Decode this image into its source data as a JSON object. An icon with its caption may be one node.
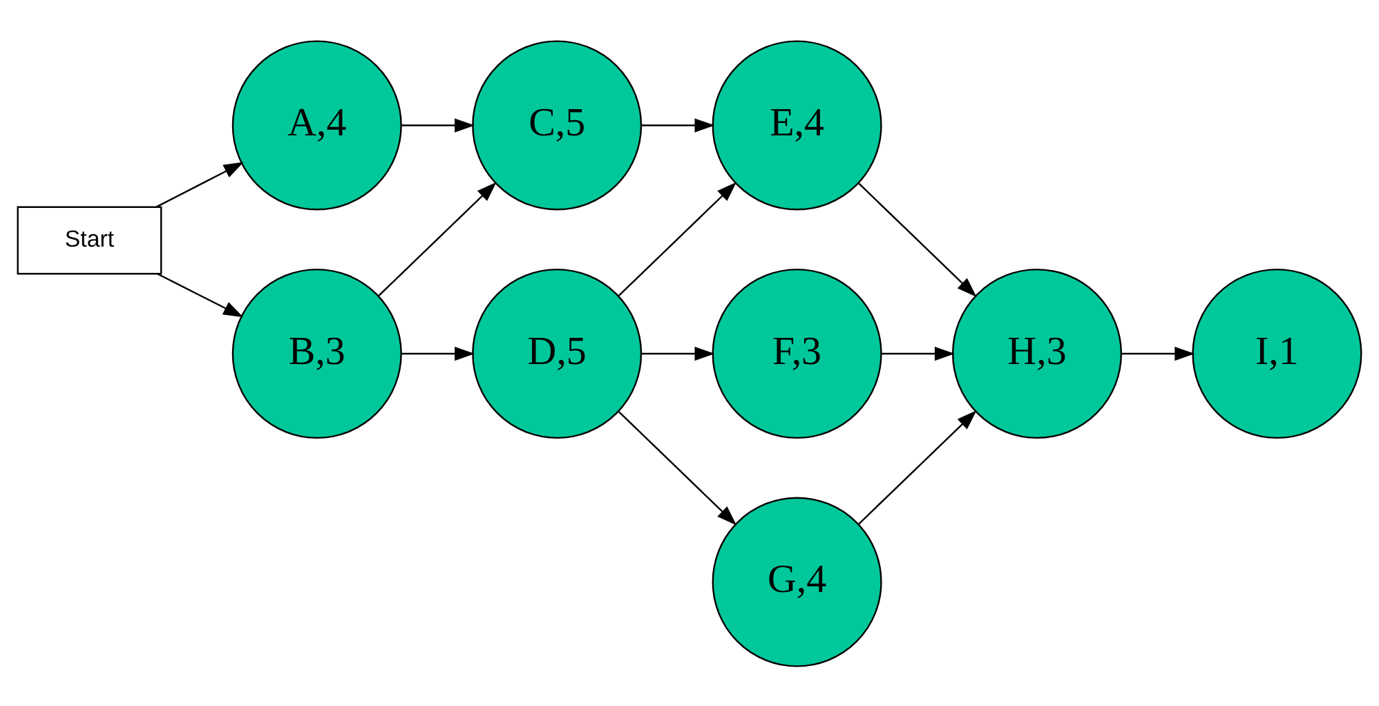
{
  "diagram": {
    "nodes": [
      {
        "text": [
          "Start"
        ]
      },
      {
        "text": [
          "A,4"
        ]
      },
      {
        "text": [
          "B,3"
        ]
      },
      {
        "text": [
          "C,5"
        ]
      },
      {
        "text": [
          "D,5"
        ]
      },
      {
        "text": [
          "E,4"
        ]
      },
      {
        "text": [
          "F,3"
        ]
      },
      {
        "text": [
          "G,4"
        ]
      },
      {
        "text": [
          "H,3"
        ]
      },
      {
        "text": [
          "I,1"
        ]
      }
    ],
    "edges": [
      {
        "from": 0,
        "to": 1,
        "arrow": "to"
      },
      {
        "from": 0,
        "to": 2,
        "arrow": "to"
      },
      {
        "from": 1,
        "to": 3,
        "arrow": "to"
      },
      {
        "from": 2,
        "to": 3,
        "arrow": "to"
      },
      {
        "from": 2,
        "to": 4,
        "arrow": "to"
      },
      {
        "from": 3,
        "to": 5,
        "arrow": "to"
      },
      {
        "from": 4,
        "to": 5,
        "arrow": "to"
      },
      {
        "from": 4,
        "to": 6,
        "arrow": "to"
      },
      {
        "from": 4,
        "to": 7,
        "arrow": "to"
      },
      {
        "from": 5,
        "to": 8,
        "arrow": "to"
      },
      {
        "from": 6,
        "to": 8,
        "arrow": "to"
      },
      {
        "from": 7,
        "to": 8,
        "arrow": "to"
      },
      {
        "from": 8,
        "to": 9,
        "arrow": "to"
      }
    ]
  }
}
